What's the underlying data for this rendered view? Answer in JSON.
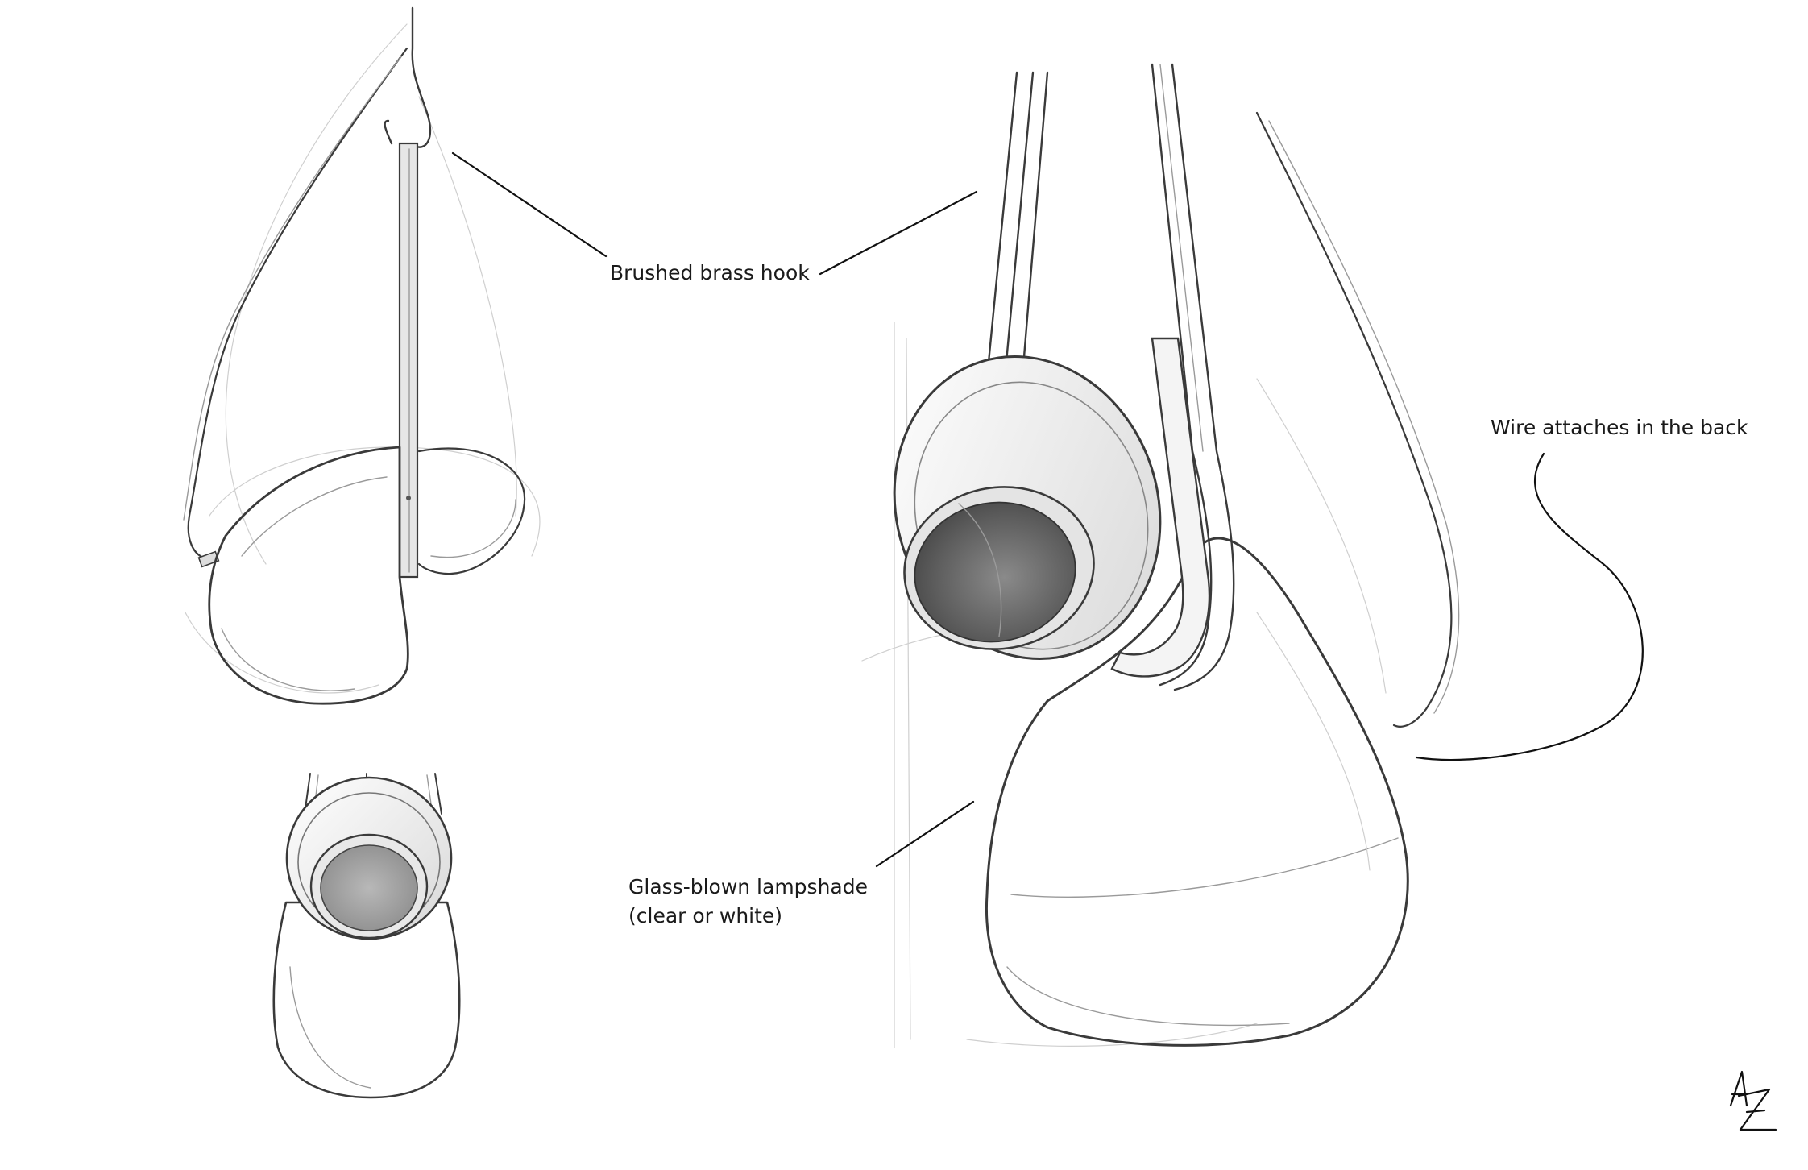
{
  "annotations": {
    "hook": "Brushed brass hook",
    "wire": "Wire attaches in the back",
    "shade_line1": "Glass-blown lampshade",
    "shade_line2": "(clear or white)"
  },
  "colors": {
    "background": "#ffffff",
    "ink": "#3a3a3a",
    "pencil": "#9a9a9a",
    "shade_dark": "#555555"
  }
}
